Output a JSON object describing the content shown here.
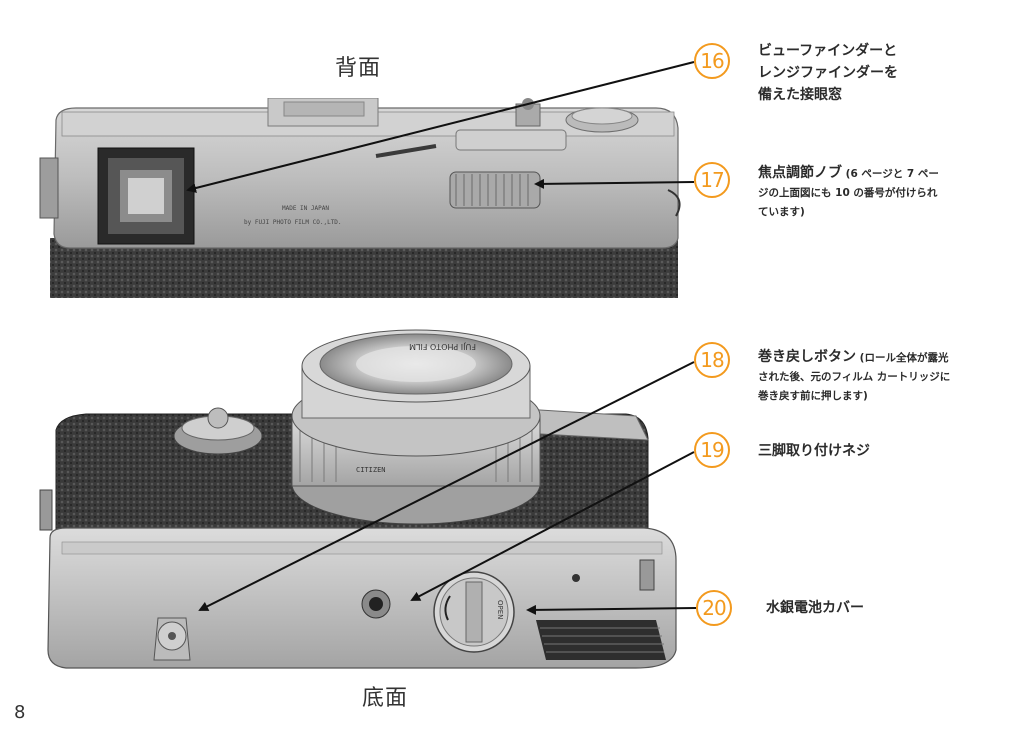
{
  "titles": {
    "back": "背面",
    "bottom": "底面"
  },
  "back_photo": {
    "engraving_line1": "MADE IN JAPAN",
    "engraving_line2": "by FUJI PHOTO FILM CO.,LTD."
  },
  "bottom_photo": {
    "lens_ring_text": "FUJI PHOTO FILM",
    "shutter_brand": "CITIZEN",
    "cover_text": "OPEN"
  },
  "callouts": [
    {
      "number": "16",
      "line1": "ビューファインダーと",
      "line2": "レンジファインダーを",
      "line3": "備えた接眼窓"
    },
    {
      "number": "17",
      "main": "焦点調節ノブ",
      "note1": " (6 ページと 7 ペー",
      "note2": "ジの上面図にも 10 の番号が付けられ",
      "note3": "ています)"
    },
    {
      "number": "18",
      "main": "巻き戻しボタン",
      "note1": " (ロール全体が露光",
      "note2": "された後、元のフィルム カートリッジに",
      "note3": "巻き戻す前に押します)"
    },
    {
      "number": "19",
      "main": "三脚取り付けネジ"
    },
    {
      "number": "20",
      "main": "水銀電池カバー"
    }
  ],
  "page_number": "8",
  "colors": {
    "accent": "#f39a1e",
    "text": "#2b2b2b"
  }
}
